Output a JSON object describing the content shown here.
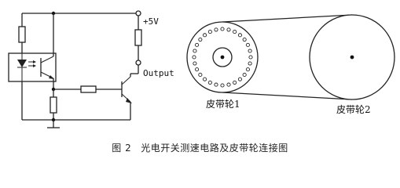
{
  "circuit": {
    "supply_label": "+5V",
    "output_label": "Output"
  },
  "belt": {
    "pulley1_label": "皮带轮1",
    "pulley2_label": "皮带轮2"
  },
  "caption": {
    "number": "图 2",
    "text": "光电开关测速电路及皮带轮连接图"
  },
  "colors": {
    "line": "#222222",
    "background": "#ffffff"
  }
}
